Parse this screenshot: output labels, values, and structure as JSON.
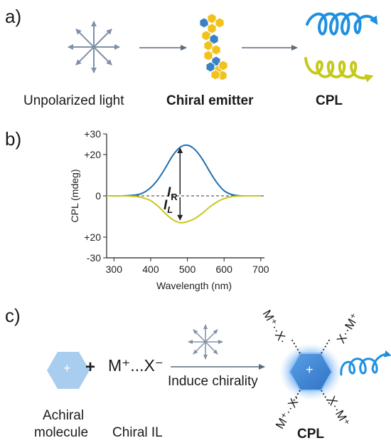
{
  "panel_a": {
    "letter": "a)",
    "label_unpolarized": "Unpolarized light",
    "label_emitter": "Chiral emitter",
    "label_cpl": "CPL"
  },
  "panel_b": {
    "letter": "b)",
    "annot_R_main": "I",
    "annot_R_sub": "R",
    "annot_L_main": "I",
    "annot_L_sub": "L"
  },
  "panel_c": {
    "letter": "c)",
    "plus_sign": "+",
    "hex_plus": "+",
    "ion_pair": "M⁺...X⁻",
    "arrow_label": "Induce chirality",
    "label_achiral_line1": "Achiral",
    "label_achiral_line2": "molecule",
    "label_chiral_il": "Chiral IL",
    "label_cpl": "CPL",
    "mx_top_left": "M⁺··X·",
    "mx_top_right": "X··M⁺",
    "mx_bottom_left": "M⁺··X·",
    "mx_bottom_right": "X··M⁺"
  },
  "colors": {
    "right_handed": "#1f6fb0",
    "left_handed": "#c8c81e",
    "arrow_gray": "#5b6b7b",
    "light_ray": "#8090a8",
    "hex_blue": "#4a8fd8",
    "hex_light": "#a9cdef",
    "emitter_blue": "#3b82c4",
    "emitter_yellow": "#f3c11c",
    "cpl_blue_spiral": "#1e90e0",
    "cpl_yellow_spiral": "#c6c81a"
  },
  "chart_data": {
    "type": "line",
    "ylabel": "CPL (mdeg)",
    "xlabel": "Wavelength (nm)",
    "x_ticks": [
      300,
      400,
      500,
      600,
      700
    ],
    "y_tick_labels": [
      "+30",
      "+20",
      "0",
      "+20",
      "-30"
    ],
    "y_tick_values": [
      30,
      20,
      0,
      -20,
      -30
    ],
    "xlim": [
      280,
      710
    ],
    "ylim": [
      -30,
      30
    ],
    "series": [
      {
        "color": "#1f6fb0",
        "x": [
          280,
          320,
          360,
          380,
          400,
          420,
          440,
          460,
          480,
          500,
          520,
          540,
          560,
          580,
          600,
          620,
          640,
          660,
          700
        ],
        "y": [
          0,
          0,
          0.5,
          1.5,
          4,
          8,
          13.5,
          19.5,
          23.5,
          24.5,
          22.5,
          18,
          12,
          6.5,
          2.5,
          0.7,
          0.1,
          0,
          0
        ]
      },
      {
        "color": "#c8c81e",
        "x": [
          280,
          320,
          360,
          380,
          400,
          420,
          440,
          460,
          480,
          500,
          520,
          540,
          560,
          580,
          600,
          620,
          640,
          660,
          700
        ],
        "y": [
          0,
          0,
          -0.3,
          -1,
          -2.3,
          -5,
          -8.5,
          -11.5,
          -13,
          -12.5,
          -11,
          -8.5,
          -5.5,
          -3,
          -1.3,
          -0.4,
          -0.1,
          0,
          0
        ]
      }
    ],
    "zero_line": "dashed"
  }
}
